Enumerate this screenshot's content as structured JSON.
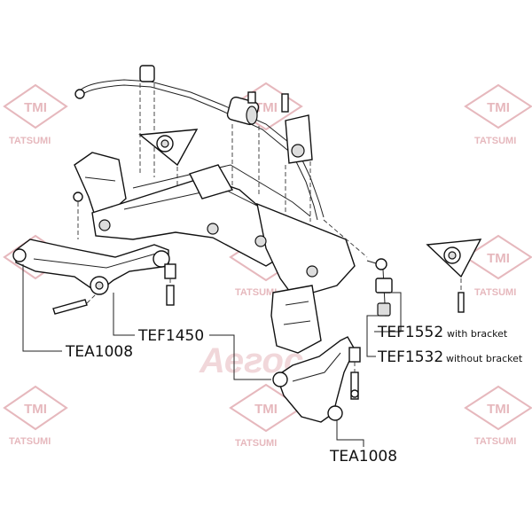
{
  "watermark": {
    "logo_text": "TMI",
    "brand_text": "TATSUMI",
    "center_text": "Аегос",
    "color": "#e6b8bd"
  },
  "callouts": [
    {
      "id": "tea1008-left",
      "number": "TEA1008",
      "note": ""
    },
    {
      "id": "tef1450",
      "number": "TEF1450",
      "note": ""
    },
    {
      "id": "tef1552",
      "number": "TEF1552",
      "note": "with bracket"
    },
    {
      "id": "tef1532",
      "number": "TEF1532",
      "note": "without bracket"
    },
    {
      "id": "tea1008-right",
      "number": "TEA1008",
      "note": ""
    }
  ],
  "colors": {
    "line": "#222222",
    "part_fill": "#ffffff",
    "part_shade": "#dddddd"
  }
}
